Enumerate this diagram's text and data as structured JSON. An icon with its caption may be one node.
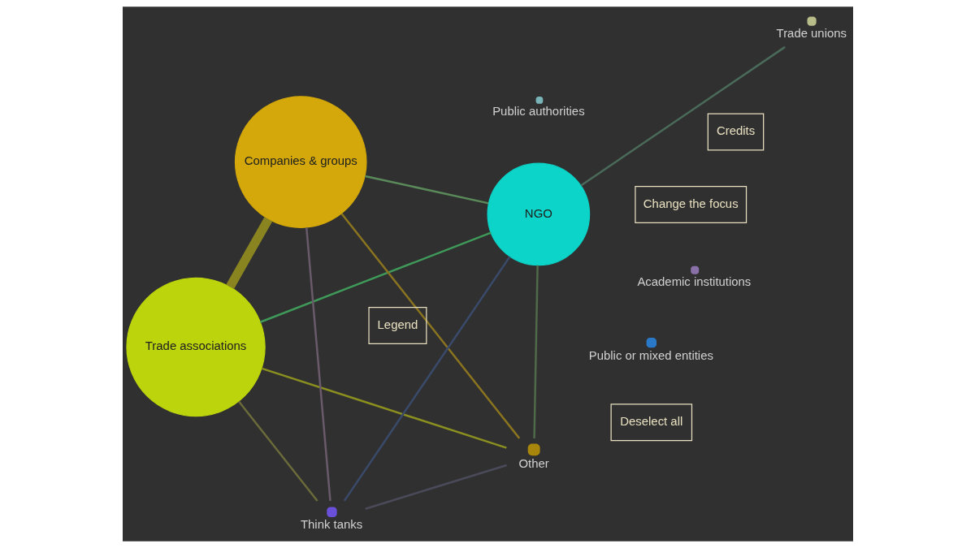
{
  "diagram": {
    "nodes": [
      {
        "text": [
          "Trade associations"
        ]
      },
      {
        "text": [
          "Other"
        ]
      },
      {
        "text": [
          "Think tanks"
        ]
      },
      {
        "text": [
          "Companies & groups"
        ]
      },
      {
        "text": [
          "Trade unions"
        ]
      },
      {
        "text": [
          "Public authorities"
        ]
      },
      {
        "text": [
          "Public or mixed entities"
        ]
      },
      {
        "text": [
          "NGO"
        ]
      },
      {
        "text": [
          "Academic institutions"
        ]
      }
    ],
    "edges": [
      {
        "from": 0,
        "to": 1,
        "arrow": "none",
        "color": "#8a8f20"
      },
      {
        "from": 0,
        "to": 3,
        "arrow": "none",
        "style": "thick",
        "color": "#8a8420"
      },
      {
        "from": 0,
        "to": 7,
        "arrow": "none",
        "color": "#3f9a5a"
      },
      {
        "from": 0,
        "to": 2,
        "arrow": "none",
        "color": "#6a6a3a"
      },
      {
        "from": 1,
        "to": 3,
        "arrow": "none",
        "color": "#8a7420"
      },
      {
        "from": 1,
        "to": 7,
        "arrow": "none",
        "color": "#4f6a4a"
      },
      {
        "from": 1,
        "to": 2,
        "arrow": "none",
        "color": "#4a4a5a"
      },
      {
        "from": 3,
        "to": 2,
        "arrow": "none",
        "color": "#6a5a6a"
      },
      {
        "from": 3,
        "to": 7,
        "arrow": "none",
        "color": "#5a8a5a"
      },
      {
        "from": 7,
        "to": 2,
        "arrow": "none",
        "color": "#3a4a6a"
      },
      {
        "from": 7,
        "to": 4,
        "arrow": "none",
        "color": "#4a6a5a"
      }
    ],
    "labels": [
      "Change the focus",
      "Legend",
      "Deselect all",
      "Credits"
    ]
  }
}
